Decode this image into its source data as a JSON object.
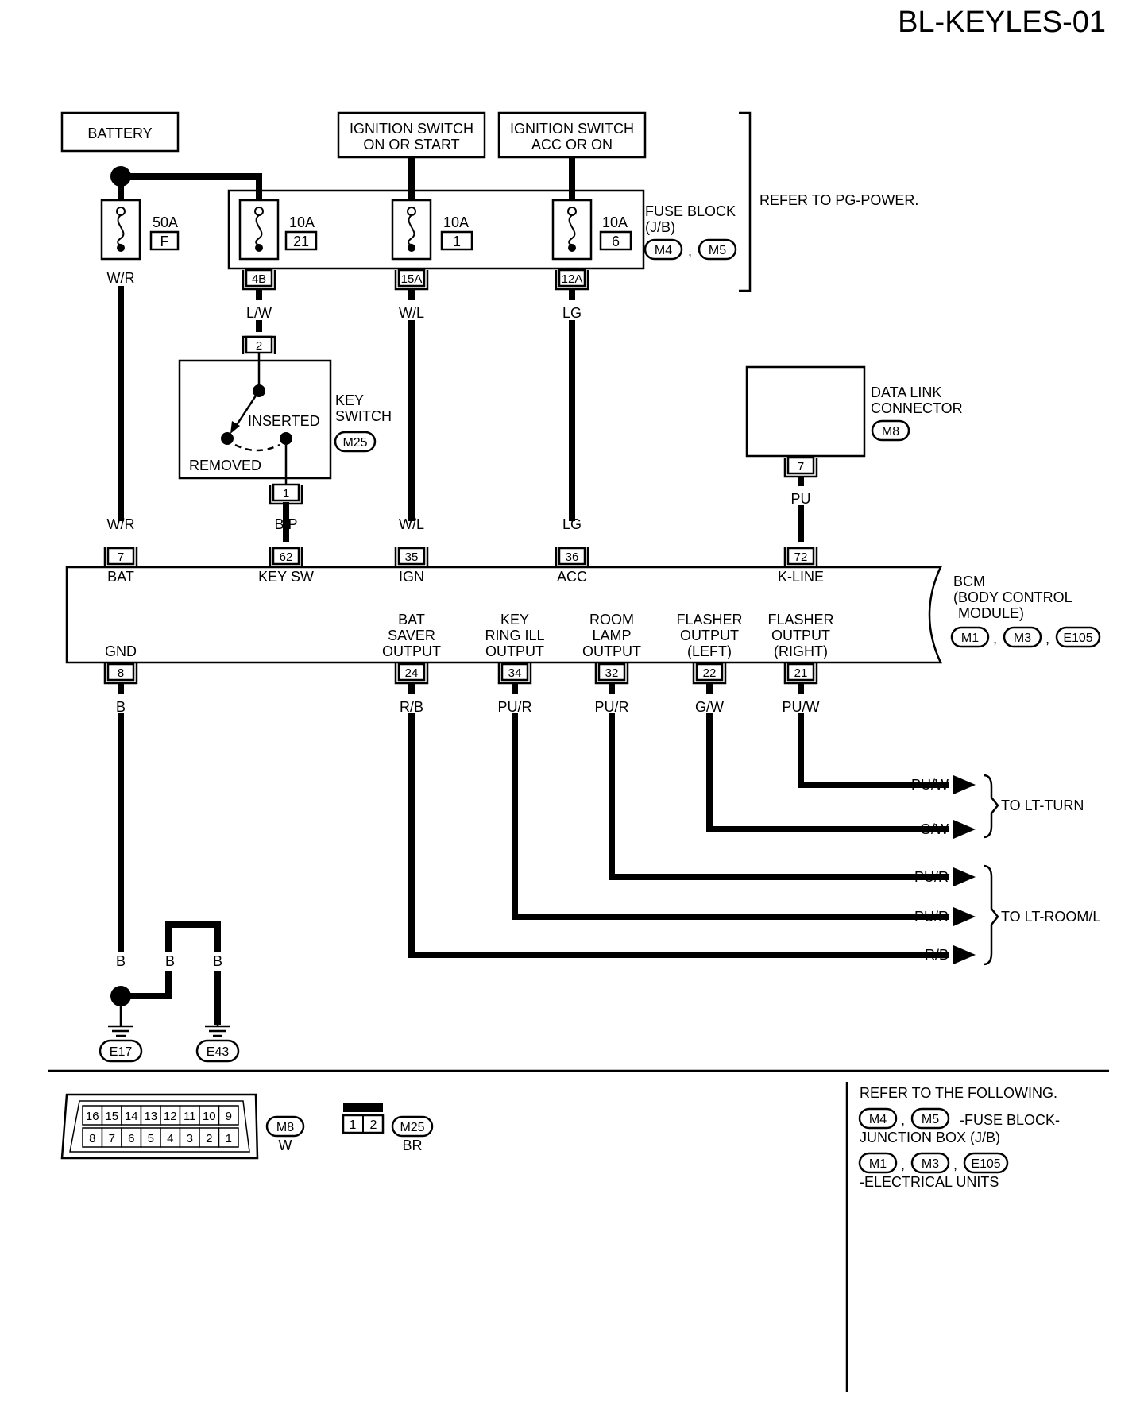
{
  "page_id": "BL-KEYLES-01",
  "sources": {
    "battery": "BATTERY",
    "ign_on_start": [
      "IGNITION SWITCH",
      "ON OR START"
    ],
    "ign_acc_on": [
      "IGNITION SWITCH",
      "ACC OR ON"
    ]
  },
  "fuses": [
    {
      "amp": "50A",
      "id": "F"
    },
    {
      "amp": "10A",
      "id": "21"
    },
    {
      "amp": "10A",
      "id": "1"
    },
    {
      "amp": "10A",
      "id": "6"
    }
  ],
  "fuse_block": {
    "label": [
      "FUSE BLOCK",
      "(J/B)"
    ],
    "connectors": [
      "M4",
      "M5"
    ],
    "sep": ",",
    "refer": "REFER TO PG-POWER.",
    "pins": [
      "4B",
      "15A",
      "12A"
    ]
  },
  "wires": {
    "bat": "W/R",
    "fuse21": "L/W",
    "fuse1": "W/L",
    "fuse6": "LG",
    "key_sw": "B/P",
    "dlc": "PU",
    "gnd": "B",
    "bat_saver": "R/B",
    "key_ring": "PU/R",
    "room_lamp": "PU/R",
    "flasher_left": "G/W",
    "flasher_right": "PU/W"
  },
  "key_switch": {
    "label": [
      "KEY",
      "SWITCH"
    ],
    "connector": "M25",
    "inserted": "INSERTED",
    "removed": "REMOVED",
    "pin_top": "2",
    "pin_bottom": "1"
  },
  "dlc": {
    "label": [
      "DATA LINK",
      "CONNECTOR"
    ],
    "connector": "M8",
    "pin": "7"
  },
  "bcm": {
    "label": [
      "BCM",
      "(BODY CONTROL",
      "MODULE)"
    ],
    "connectors": [
      "M1",
      "M3",
      "E105"
    ],
    "sep": ",",
    "top_pins": [
      {
        "pin": "7",
        "name": "BAT"
      },
      {
        "pin": "62",
        "name": "KEY SW"
      },
      {
        "pin": "35",
        "name": "IGN"
      },
      {
        "pin": "36",
        "name": "ACC"
      },
      {
        "pin": "72",
        "name": "K-LINE"
      }
    ],
    "bottom_pins": [
      {
        "pin": "8",
        "name": [
          "GND"
        ]
      },
      {
        "pin": "24",
        "name": [
          "BAT",
          "SAVER",
          "OUTPUT"
        ]
      },
      {
        "pin": "34",
        "name": [
          "KEY",
          "RING ILL",
          "OUTPUT"
        ]
      },
      {
        "pin": "32",
        "name": [
          "ROOM",
          "LAMP",
          "OUTPUT"
        ]
      },
      {
        "pin": "22",
        "name": [
          "FLASHER",
          "OUTPUT",
          "(LEFT)"
        ]
      },
      {
        "pin": "21",
        "name": [
          "FLASHER",
          "OUTPUT",
          "(RIGHT)"
        ]
      }
    ]
  },
  "destinations": {
    "lt_turn": "TO LT-TURN",
    "lt_room": "TO LT-ROOM/L"
  },
  "grounds": [
    "E17",
    "E43"
  ],
  "connector_views": {
    "m8": {
      "id": "M8",
      "color": "W",
      "row1": [
        "16",
        "15",
        "14",
        "13",
        "12",
        "11",
        "10",
        "9"
      ],
      "row2": [
        "8",
        "7",
        "6",
        "5",
        "4",
        "3",
        "2",
        "1"
      ]
    },
    "m25": {
      "id": "M25",
      "color": "BR",
      "pins": [
        "1",
        "2"
      ]
    }
  },
  "refer_following": {
    "title": "REFER TO THE FOLLOWING.",
    "fuse_refs": [
      "M4",
      "M5"
    ],
    "fuse_desc": "-FUSE BLOCK-",
    "fuse_desc2": "JUNCTION BOX (J/B)",
    "unit_refs": [
      "M1",
      "M3",
      "E105"
    ],
    "unit_desc": "-ELECTRICAL UNITS",
    "sep": ","
  }
}
